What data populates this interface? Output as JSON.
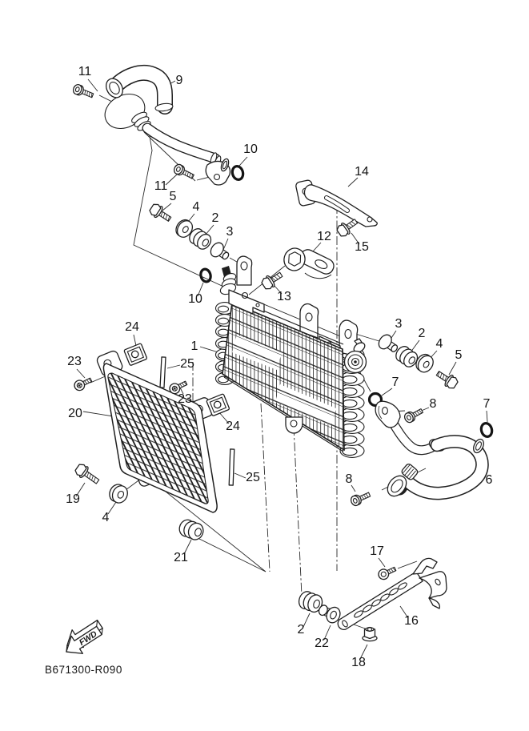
{
  "diagram": {
    "code": "B671300-R090",
    "fwd_label": "FWD",
    "ink_color": "#1f1f1f",
    "background_color": "#ffffff",
    "callouts": {
      "c1": "1",
      "c2a": "2",
      "c2b": "2",
      "c2c": "2",
      "c3a": "3",
      "c3b": "3",
      "c4a": "4",
      "c4b": "4",
      "c4c": "4",
      "c5a": "5",
      "c5b": "5",
      "c6": "6",
      "c7a": "7",
      "c7b": "7",
      "c8a": "8",
      "c8b": "8",
      "c9": "9",
      "c10a": "10",
      "c10b": "10",
      "c11a": "11",
      "c11b": "11",
      "c12": "12",
      "c13": "13",
      "c14": "14",
      "c15": "15",
      "c16": "16",
      "c17": "17",
      "c18": "18",
      "c19": "19",
      "c20": "20",
      "c21": "21",
      "c22": "22",
      "c23a": "23",
      "c23b": "23",
      "c24a": "24",
      "c24b": "24",
      "c25a": "25",
      "c25b": "25"
    }
  }
}
